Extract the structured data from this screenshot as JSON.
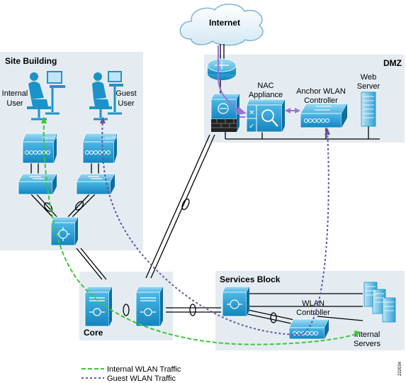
{
  "areas": {
    "site_building": "Site Building",
    "dmz": "DMZ",
    "core": "Core",
    "services_block": "Services Block",
    "internet": "Internet"
  },
  "nodes": {
    "internal_user": [
      "Internal",
      "User"
    ],
    "guest_user": [
      "Guest",
      "User"
    ],
    "lwapp": "LWAPP",
    "nac_appliance": [
      "NAC",
      "Appliance"
    ],
    "anchor_wlan_controller": [
      "Anchor WLAN",
      "Controller"
    ],
    "web_server": [
      "Web",
      "Server"
    ],
    "wlan_controller": [
      "WLAN",
      "Controller"
    ],
    "internal_servers": [
      "Internal",
      "Servers"
    ]
  },
  "legend": {
    "internal_traffic": "Internal WLAN Traffic",
    "guest_traffic": "Guest WLAN Traffic"
  },
  "figure_id": "222034",
  "colors": {
    "region_fill": "#e4ecf2",
    "device_blue": "#1b93c9",
    "internal_traffic": "#3cc838",
    "guest_traffic": "#6455a8",
    "nac_link": "#9a72d8"
  }
}
